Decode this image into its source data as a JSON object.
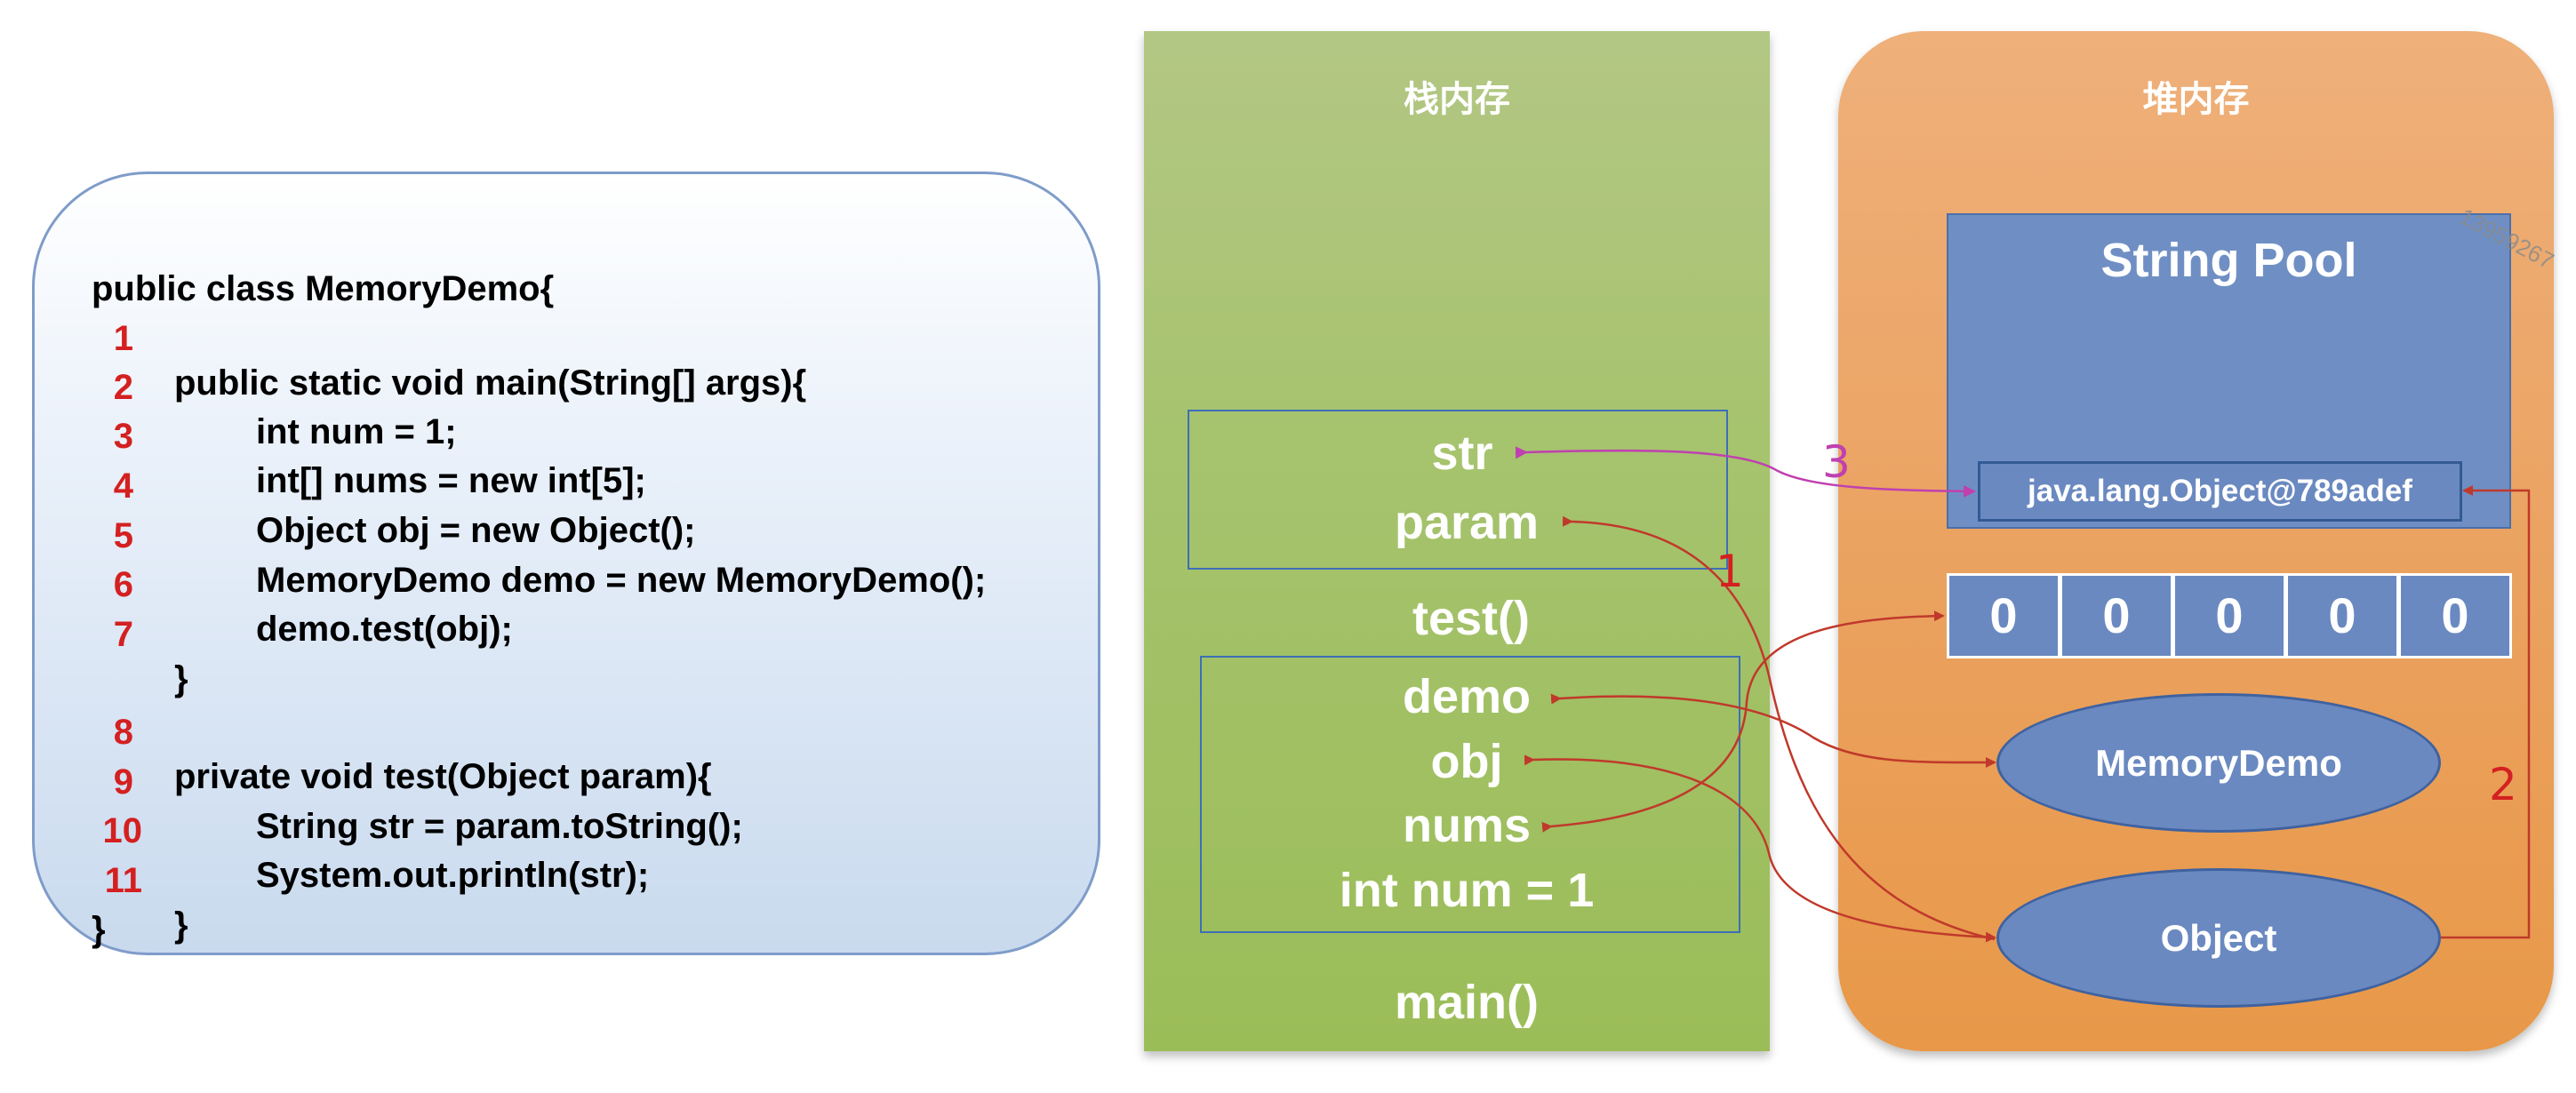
{
  "code": {
    "lines": [
      {
        "num": "",
        "text": "public class MemoryDemo{"
      },
      {
        "num": "1",
        "text": "public static void main(String[] args){"
      },
      {
        "num": "2",
        "text": "int num = 1;"
      },
      {
        "num": "3",
        "text": "int[] nums = new int[5];"
      },
      {
        "num": "4",
        "text": "Object obj = new Object();"
      },
      {
        "num": "5",
        "text": "MemoryDemo demo = new MemoryDemo();"
      },
      {
        "num": "6",
        "text": "demo.test(obj);"
      },
      {
        "num": "7",
        "text": "}"
      },
      {
        "num": "8",
        "text": "private void test(Object param){"
      },
      {
        "num": "9",
        "text": "String str = param.toString();"
      },
      {
        "num": "10",
        "text": "System.out.println(str);"
      },
      {
        "num": "11",
        "text": "}"
      },
      {
        "num": "",
        "text": "}"
      }
    ]
  },
  "stack": {
    "title": "栈内存",
    "test_frame": {
      "vars": [
        "str",
        "param"
      ],
      "label": "test()"
    },
    "main_frame": {
      "vars": [
        "demo",
        "obj",
        "nums",
        "int num = 1"
      ],
      "label": "main()"
    }
  },
  "heap": {
    "title": "堆内存",
    "string_pool": {
      "title": "String Pool",
      "entry": "java.lang.Object@789adef"
    },
    "array": [
      "0",
      "0",
      "0",
      "0",
      "0"
    ],
    "objects": [
      "MemoryDemo",
      "Object"
    ]
  },
  "annotations": {
    "step1": "1",
    "step2": "2",
    "step3": "3"
  },
  "watermark": "13959267",
  "colors": {
    "stack": "#a6c36e",
    "heap": "#eba464",
    "heap_object": "#6a89c0",
    "line_number": "#d42020",
    "arrow_red": "#c0392b",
    "arrow_magenta": "#c040b0"
  }
}
